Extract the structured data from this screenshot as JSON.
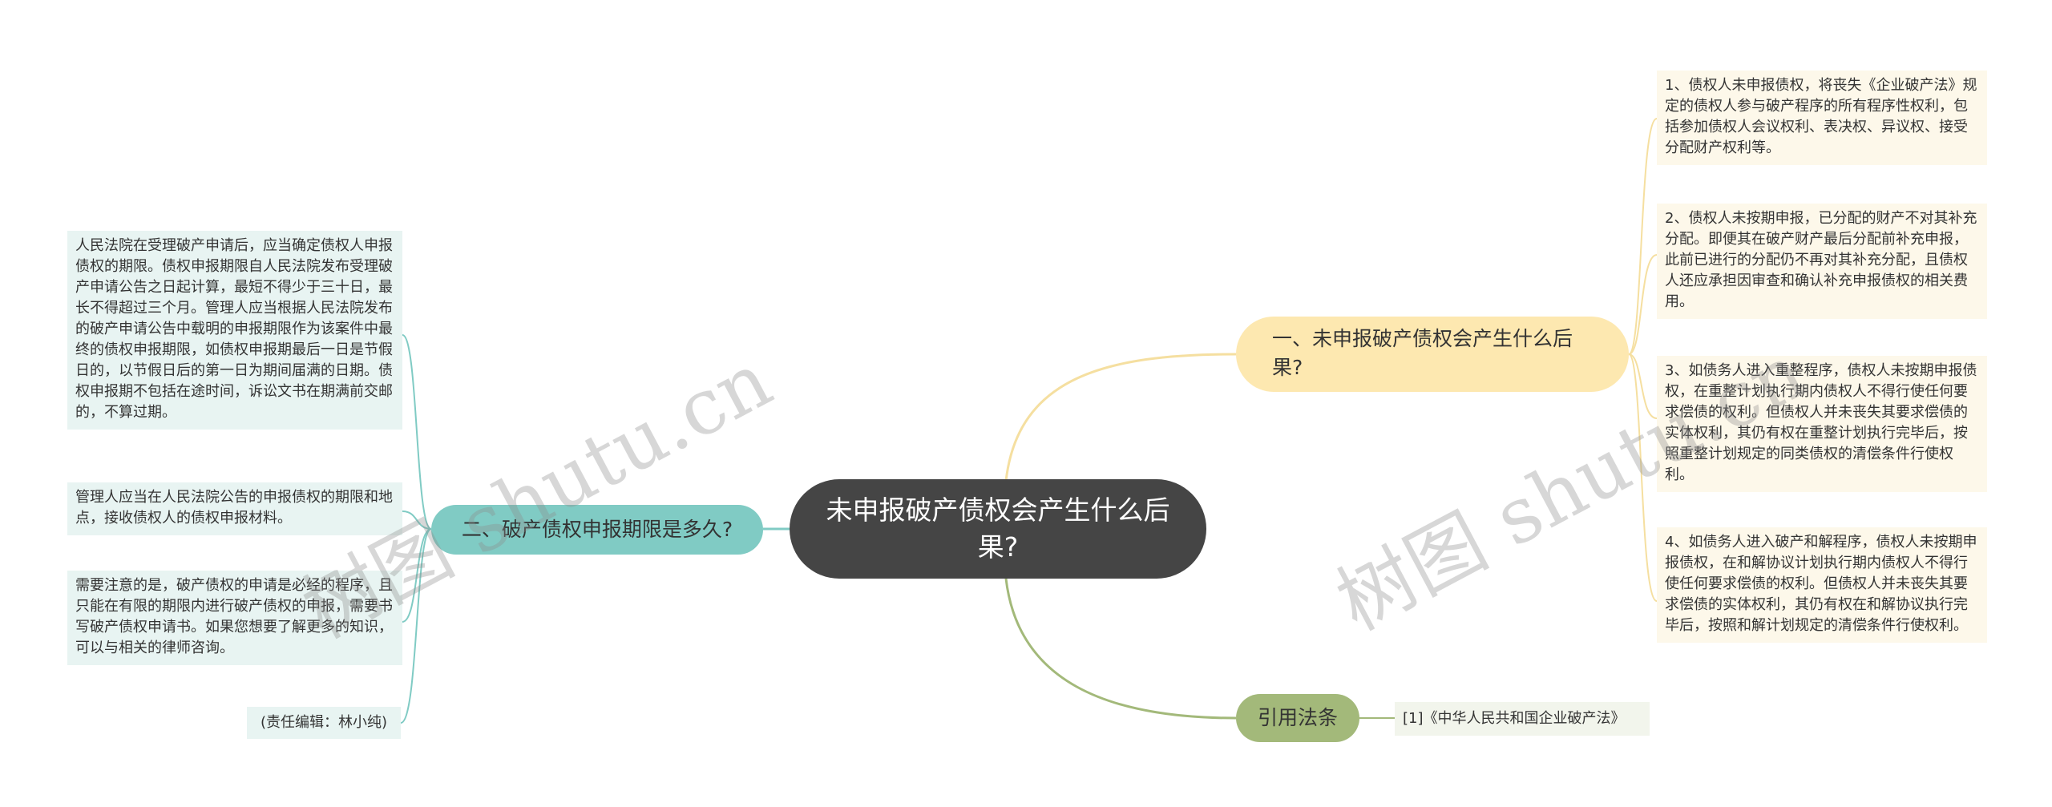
{
  "central": {
    "title": "未申报破产债权会产生什么后果?"
  },
  "branches": {
    "b1": {
      "label": "一、未申报破产债权会产生什么后果?",
      "items": [
        "1、债权人未申报债权，将丧失《企业破产法》规定的债权人参与破产程序的所有程序性权利，包括参加债权人会议权利、表决权、异议权、接受分配财产权利等。",
        "2、债权人未按期申报，已分配的财产不对其补充分配。即便其在破产财产最后分配前补充申报，此前已进行的分配仍不再对其补充分配，且债权人还应承担因审查和确认补充申报债权的相关费用。",
        "3、如债务人进入重整程序，债权人未按期申报债权，在重整计划执行期内债权人不得行使任何要求偿债的权利。但债权人并未丧失其要求偿债的实体权利，其仍有权在重整计划执行完毕后，按照重整计划规定的同类债权的清偿条件行使权利。",
        "4、如债务人进入破产和解程序，债权人未按期申报债权，在和解协议计划执行期内债权人不得行使任何要求偿债的权利。但债权人并未丧失其要求偿债的实体权利，其仍有权在和解协议执行完毕后，按照和解计划规定的清偿条件行使权利。"
      ]
    },
    "b2": {
      "label": "二、破产债权申报期限是多久?",
      "items": [
        "人民法院在受理破产申请后，应当确定债权人申报债权的期限。债权申报期限自人民法院发布受理破产申请公告之日起计算，最短不得少于三十日，最长不得超过三个月。管理人应当根据人民法院发布的破产申请公告中载明的申报期限作为该案件中最终的债权申报期限，如债权申报期最后一日是节假日的，以节假日后的第一日为期间届满的日期。债权申报期不包括在途时间，诉讼文书在期满前交邮的，不算过期。",
        "管理人应当在人民法院公告的申报债权的期限和地点，接收债权人的债权申报材料。",
        "需要注意的是，破产债权的申请是必经的程序，且只能在有限的期限内进行破产债权的申报，需要书写破产债权申请书。如果您想要了解更多的知识，可以与相关的律师咨询。",
        "(责任编辑：林小纯)"
      ]
    },
    "b3": {
      "label": "引用法条",
      "items": [
        "[1]《中华人民共和国企业破产法》"
      ]
    }
  },
  "watermark": "树图 shutu.cn",
  "colors": {
    "central": "#454545",
    "branch1": "#fde8b0",
    "branch2": "#80cbc4",
    "branch3": "#a3b97a",
    "line1": "#f5dfa0",
    "line2": "#80cbc4",
    "line3": "#a3b97a"
  }
}
